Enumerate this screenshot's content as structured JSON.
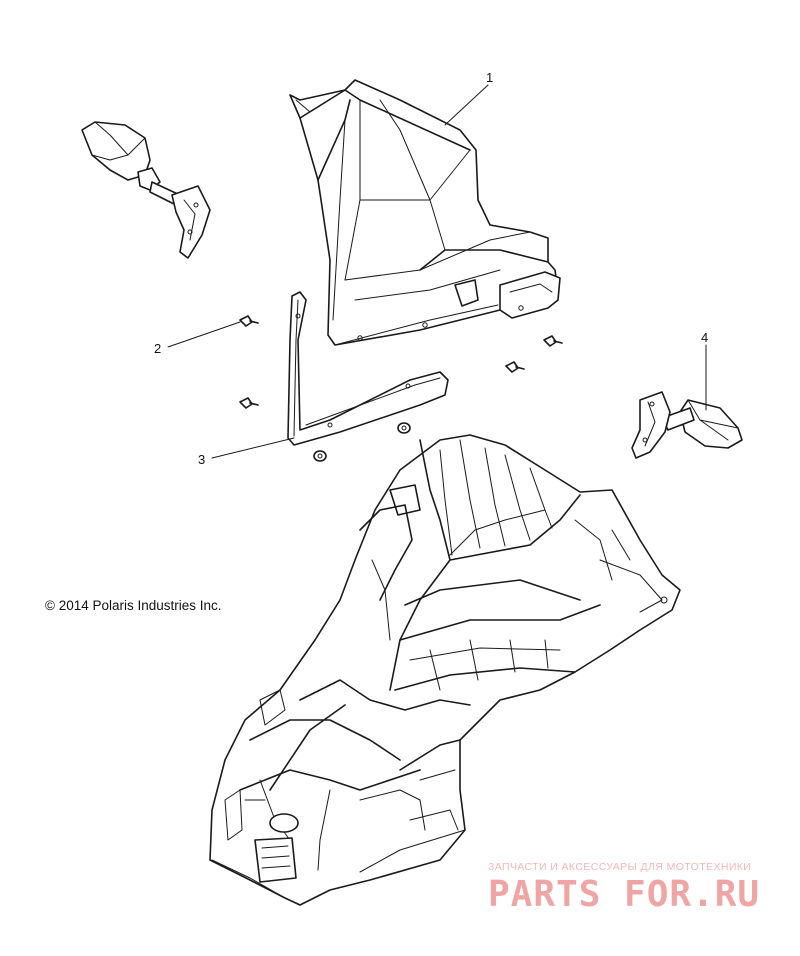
{
  "diagram": {
    "callouts": [
      {
        "id": "1",
        "label": "1"
      },
      {
        "id": "2",
        "label": "2"
      },
      {
        "id": "3",
        "label": "3"
      },
      {
        "id": "4",
        "label": "4"
      }
    ],
    "copyright": "© 2014 Polaris Industries Inc."
  },
  "watermark": {
    "tagline": "ЗАПЧАСТИ И АКСЕССУАРЫ ДЛЯ МОТОТЕХНИКИ",
    "logo_text": "PARTS FOR.RU"
  },
  "colors": {
    "line": "#1a1a1a",
    "watermark": "#f0a5a5",
    "background": "#ffffff"
  }
}
